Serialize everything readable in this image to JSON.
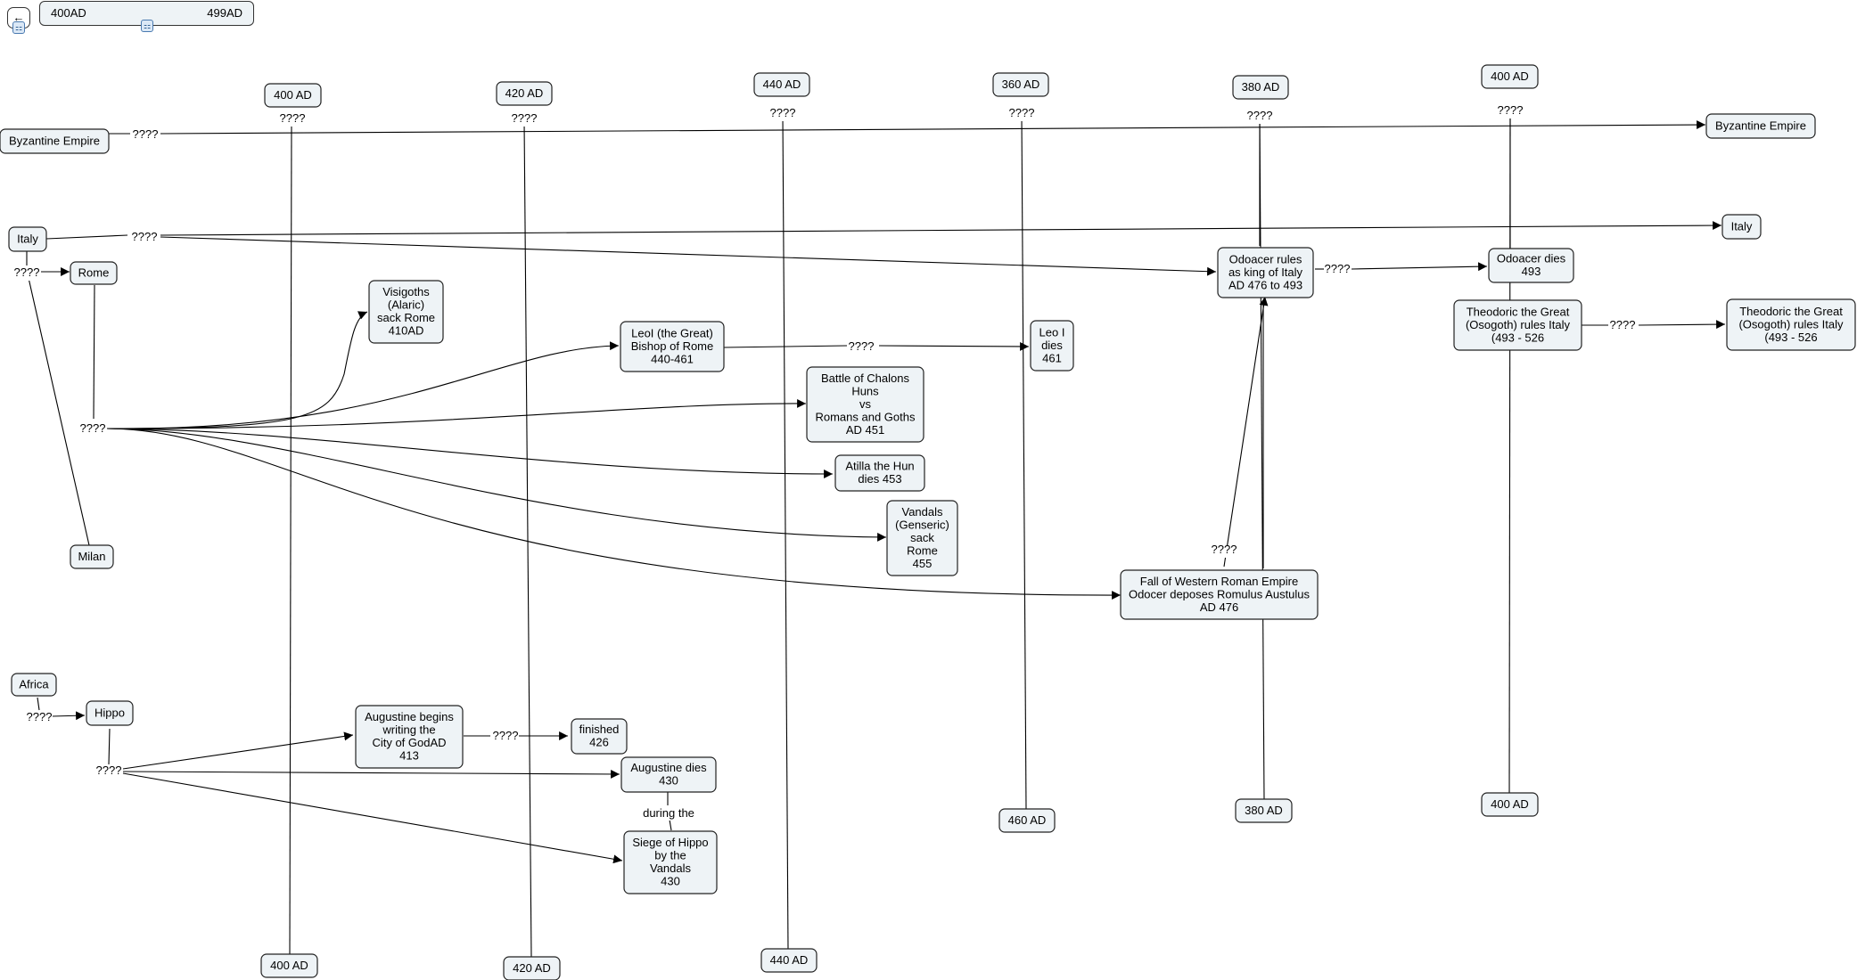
{
  "topbar": {
    "back_label": "←",
    "range_start": "400AD",
    "range_end": "499AD",
    "icon": "sitemap-icon"
  },
  "nodes": {
    "byz_left": "Byzantine Empire",
    "byz_right": "Byzantine Empire",
    "italy_left": "Italy",
    "italy_right": "Italy",
    "rome": "Rome",
    "milan": "Milan",
    "africa": "Africa",
    "hippo": "Hippo",
    "visigoths": [
      "Visigoths",
      "(Alaric)",
      "sack Rome",
      "410AD"
    ],
    "leo": [
      "LeoI (the Great)",
      "Bishop of Rome",
      "440-461"
    ],
    "leo_dies": [
      "Leo I",
      "dies",
      "461"
    ],
    "chalons": [
      "Battle of Chalons",
      "Huns",
      "vs",
      "Romans and Goths",
      "AD 451"
    ],
    "attila": [
      "Atilla the Hun",
      "dies 453"
    ],
    "vandals": [
      "Vandals",
      "(Genseric)",
      "sack",
      "Rome",
      "455"
    ],
    "fall": [
      "Fall of Western Roman Empire",
      "Odocer deposes Romulus Austulus",
      "AD 476"
    ],
    "odoacer": [
      "Odoacer rules",
      "as king of Italy",
      "AD 476 to 493"
    ],
    "odoacer_dies": [
      "Odoacer dies",
      "493"
    ],
    "theo_a": [
      "Theodoric the Great",
      "(Osogoth) rules Italy",
      "(493 - 526"
    ],
    "theo_b": [
      "Theodoric the Great",
      "(Osogoth) rules Italy",
      "(493 - 526"
    ],
    "aug_begins": [
      "Augustine begins",
      "writing the",
      "City of GodAD",
      "413"
    ],
    "finished": [
      "finished",
      "426"
    ],
    "aug_dies": [
      "Augustine dies",
      "430"
    ],
    "siege": [
      "Siege of Hippo",
      "by the",
      "Vandals",
      "430"
    ],
    "t400a_top": "400 AD",
    "t400a_bot": "400 AD",
    "t420_top": "420 AD",
    "t420_bot": "420 AD",
    "t440_top": "440 AD",
    "t440_bot": "440 AD",
    "t360_top": "360 AD",
    "t360_bot": "460 AD",
    "t380_top": "380 AD",
    "t380_bot": "380 AD",
    "t400b_top": "400 AD",
    "t400b_bot": "400 AD"
  },
  "links": {
    "unknown": "????",
    "during": "during the"
  }
}
